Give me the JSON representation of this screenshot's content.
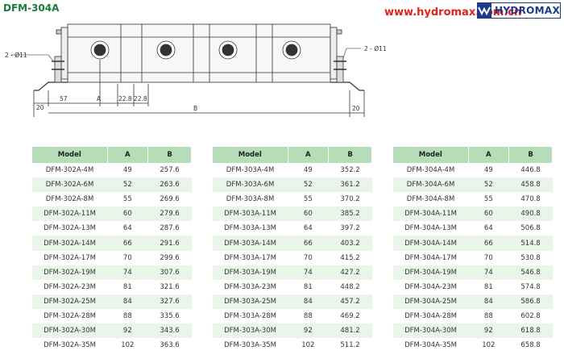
{
  "header": {
    "title": "DFM-304A",
    "url": "www.hydromax.com.cn",
    "brand": "HYDROMAX"
  },
  "drawing": {
    "hole_left": "2 - Ø11",
    "hole_right": "2 - Ø11",
    "dims": {
      "flange_left": "20",
      "offset": "57",
      "a": "A",
      "w1": "22.8",
      "w2": "22.8",
      "b": "B",
      "flange_right": "20"
    }
  },
  "colors": {
    "title": "#1e7a3d",
    "url": "#e0231b",
    "brand": "#1a3a8c",
    "table_header": "#b5deb8",
    "table_row_alt": "#eaf5ea"
  },
  "tables": [
    {
      "headers": [
        "Model",
        "A",
        "B"
      ],
      "rows": [
        [
          "DFM-302A-4M",
          "49",
          "257.6"
        ],
        [
          "DFM-302A-6M",
          "52",
          "263.6"
        ],
        [
          "DFM-302A-8M",
          "55",
          "269.6"
        ],
        [
          "DFM-302A-11M",
          "60",
          "279.6"
        ],
        [
          "DFM-302A-13M",
          "64",
          "287.6"
        ],
        [
          "DFM-302A-14M",
          "66",
          "291.6"
        ],
        [
          "DFM-302A-17M",
          "70",
          "299.6"
        ],
        [
          "DFM-302A-19M",
          "74",
          "307.6"
        ],
        [
          "DFM-302A-23M",
          "81",
          "321.6"
        ],
        [
          "DFM-302A-25M",
          "84",
          "327.6"
        ],
        [
          "DFM-302A-28M",
          "88",
          "335.6"
        ],
        [
          "DFM-302A-30M",
          "92",
          "343.6"
        ],
        [
          "DFM-302A-35M",
          "102",
          "363.6"
        ]
      ]
    },
    {
      "headers": [
        "Model",
        "A",
        "B"
      ],
      "rows": [
        [
          "DFM-303A-4M",
          "49",
          "352.2"
        ],
        [
          "DFM-303A-6M",
          "52",
          "361.2"
        ],
        [
          "DFM-303A-8M",
          "55",
          "370.2"
        ],
        [
          "DFM-303A-11M",
          "60",
          "385.2"
        ],
        [
          "DFM-303A-13M",
          "64",
          "397.2"
        ],
        [
          "DFM-303A-14M",
          "66",
          "403.2"
        ],
        [
          "DFM-303A-17M",
          "70",
          "415.2"
        ],
        [
          "DFM-303A-19M",
          "74",
          "427.2"
        ],
        [
          "DFM-303A-23M",
          "81",
          "448.2"
        ],
        [
          "DFM-303A-25M",
          "84",
          "457.2"
        ],
        [
          "DFM-303A-28M",
          "88",
          "469.2"
        ],
        [
          "DFM-303A-30M",
          "92",
          "481.2"
        ],
        [
          "DFM-303A-35M",
          "102",
          "511.2"
        ]
      ]
    },
    {
      "headers": [
        "Model",
        "A",
        "B"
      ],
      "rows": [
        [
          "DFM-304A-4M",
          "49",
          "446.8"
        ],
        [
          "DFM-304A-6M",
          "52",
          "458.8"
        ],
        [
          "DFM-304A-8M",
          "55",
          "470.8"
        ],
        [
          "DFM-304A-11M",
          "60",
          "490.8"
        ],
        [
          "DFM-304A-13M",
          "64",
          "506.8"
        ],
        [
          "DFM-304A-14M",
          "66",
          "514.8"
        ],
        [
          "DFM-304A-17M",
          "70",
          "530.8"
        ],
        [
          "DFM-304A-19M",
          "74",
          "546.8"
        ],
        [
          "DFM-304A-23M",
          "81",
          "574.8"
        ],
        [
          "DFM-304A-25M",
          "84",
          "586.8"
        ],
        [
          "DFM-304A-28M",
          "88",
          "602.8"
        ],
        [
          "DFM-304A-30M",
          "92",
          "618.8"
        ],
        [
          "DFM-304A-35M",
          "102",
          "658.8"
        ]
      ]
    }
  ]
}
